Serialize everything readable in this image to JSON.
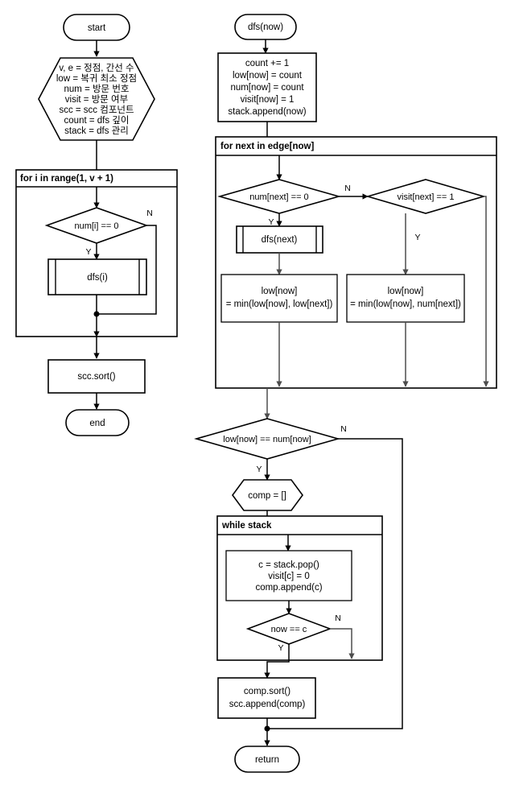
{
  "diagram": {
    "title": "SCC (Tarjan) algorithm flowchart",
    "colors": {
      "stroke": "#000000",
      "stroke_gray": "#4d4d4d",
      "fill": "#ffffff"
    }
  },
  "left_column": {
    "start_terminal": "start",
    "declaration_lines": [
      "v, e = 정점, 간선 수",
      "low = 복귀 최소 정점",
      "num = 방문 번호",
      "visit = 방문 여부",
      "scc = scc 컴포넌트",
      "count = dfs 깊이",
      "stack = dfs 관리"
    ],
    "for_loop_label": "for i in range(1, v + 1)",
    "decision": "num[i] == 0",
    "decision_yes": "Y",
    "decision_no": "N",
    "subroutine": "dfs(i)",
    "sort_box": "scc.sort()",
    "end_terminal": "end"
  },
  "right_column": {
    "dfs_terminal": "dfs(now)",
    "init_lines": [
      "count += 1",
      "low[now] = count",
      "num[now] = count",
      "visit[now] = 1",
      "stack.append(now)"
    ],
    "edge_loop_label": "for next in edge[now]",
    "decision_num_next": "num[next] == 0",
    "decision_num_next_yes": "Y",
    "decision_num_next_no": "N",
    "subroutine_dfs_next": "dfs(next)",
    "decision_visit_next": "visit[next] == 1",
    "decision_visit_next_yes": "Y",
    "low_box_left": [
      "low[now]",
      "= min(low[now], low[next])"
    ],
    "low_box_right": [
      "low[now]",
      "= min(low[now], num[next])"
    ],
    "decision_low_num": "low[now] == num[now]",
    "decision_low_num_yes": "Y",
    "decision_low_num_no": "N",
    "comp_init": "comp = []",
    "while_loop_label": "while stack",
    "pop_lines": [
      "c = stack.pop()",
      "visit[c] = 0",
      "comp.append(c)"
    ],
    "decision_now_c": "now == c",
    "decision_now_c_yes": "Y",
    "decision_now_c_no": "N",
    "comp_sort_lines": [
      "comp.sort()",
      "scc.append(comp)"
    ],
    "return_terminal": "return"
  }
}
